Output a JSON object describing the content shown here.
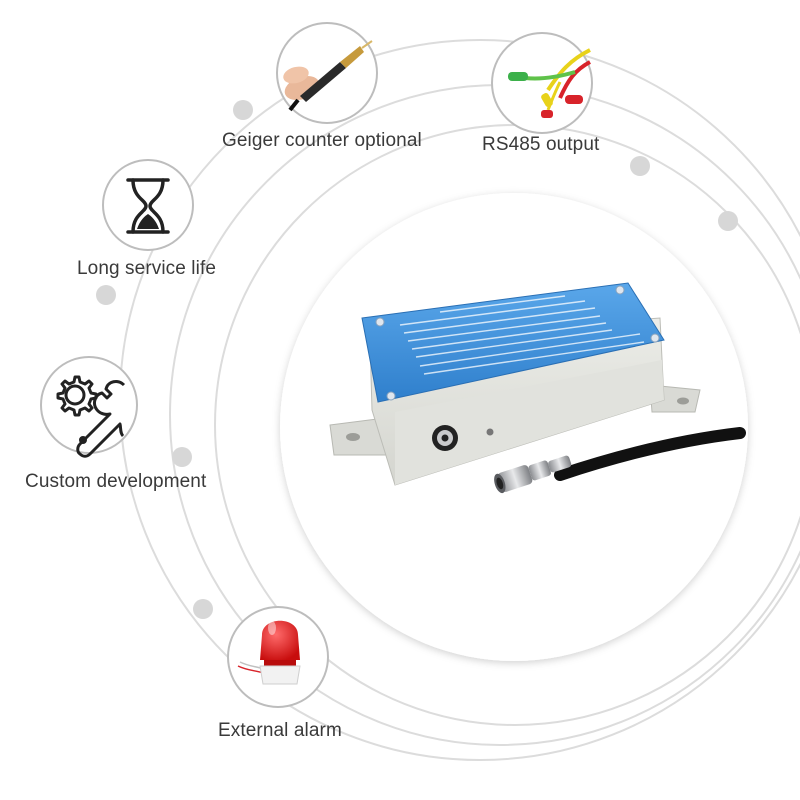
{
  "features": [
    {
      "id": "geiger",
      "label": "Geiger counter optional",
      "icon": "geiger-probe-icon"
    },
    {
      "id": "rs485",
      "label": "RS485 output",
      "icon": "wires-icon"
    },
    {
      "id": "life",
      "label": "Long service life",
      "icon": "hourglass-icon"
    },
    {
      "id": "custom",
      "label": "Custom development",
      "icon": "gear-wrench-icon"
    },
    {
      "id": "alarm",
      "label": "External alarm",
      "icon": "alarm-light-icon"
    }
  ],
  "colors": {
    "background": "#ffffff",
    "ring": "#dcdcdc",
    "dot": "#d7d7d7",
    "label": "#3a3a3a",
    "enclosure_lid": "#3f8fd8",
    "enclosure_body": "#e6e7e2",
    "alarm_red": "#e01a1a",
    "wire_yellow": "#e8d21a",
    "wire_green": "#5fc24a",
    "wire_red": "#d8232a"
  }
}
